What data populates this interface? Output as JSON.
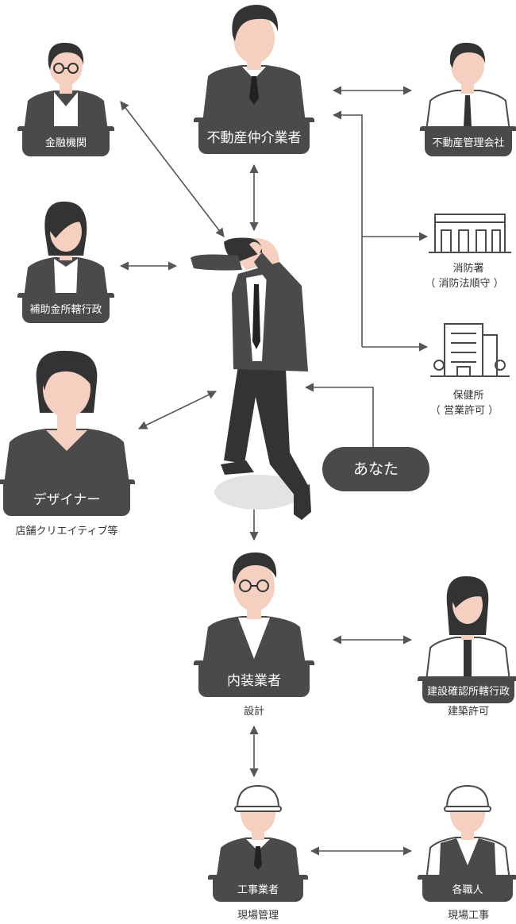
{
  "nodes": {
    "realtor": {
      "label": "不動産仲介業者"
    },
    "finance": {
      "label": "金融機関"
    },
    "property_mgmt": {
      "label": "不動産管理会社"
    },
    "subsidy": {
      "label": "補助金所轄行政"
    },
    "designer": {
      "label": "デザイナー",
      "sub": "店舗クリエイティブ等"
    },
    "fire_station": {
      "label": "消防署",
      "sub": "（ 消防法順守 ）"
    },
    "health_center": {
      "label": "保健所",
      "sub": "（ 営業許可 ）"
    },
    "you": {
      "label": "あなた"
    },
    "interior": {
      "label": "内装業者",
      "sub": "設計"
    },
    "building_admin": {
      "label": "建設確認所轄行政",
      "sub": "建築許可"
    },
    "contractor": {
      "label": "工事業者",
      "sub": "現場管理"
    },
    "craftsmen": {
      "label": "各職人",
      "sub": "現場工事"
    }
  },
  "colors": {
    "dark": "#4a4a4a",
    "skin": "#f5cfbf",
    "line": "#555555",
    "white": "#ffffff"
  }
}
